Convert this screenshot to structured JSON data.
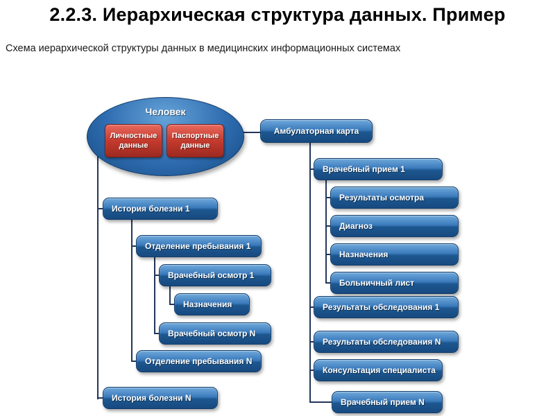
{
  "title": "2.2.3. Иерархическая структура данных. Пример",
  "subtitle": "Схема иерархической структуры данных в медицинских информационных системах",
  "colors": {
    "node_blue": "#2e6cb0",
    "node_red": "#c43a2e",
    "connector": "#22365a"
  },
  "diagram": {
    "person": {
      "label": "Человек",
      "children": [
        {
          "label": "Личностные данные"
        },
        {
          "label": "Паспортные данные"
        }
      ]
    },
    "left": {
      "history1": "История болезни 1",
      "dept1": "Отделение пребывания 1",
      "exam1": "Врачебный осмотр 1",
      "prescriptions": "Назначения",
      "examN": "Врачебный осмотр N",
      "deptN": "Отделение пребывания N",
      "historyN": "История болезни N"
    },
    "right": {
      "card": "Амбулаторная карта",
      "visit1": "Врачебный прием 1",
      "exam_results": "Результаты осмотра",
      "diagnosis": "Диагноз",
      "prescriptions": "Назначения",
      "sick_leave": "Больничный лист",
      "test_results1": "Результаты обследования 1",
      "test_resultsN": "Результаты обследования N",
      "consultation": "Консультация специалиста",
      "visitN": "Врачебный прием N"
    }
  }
}
